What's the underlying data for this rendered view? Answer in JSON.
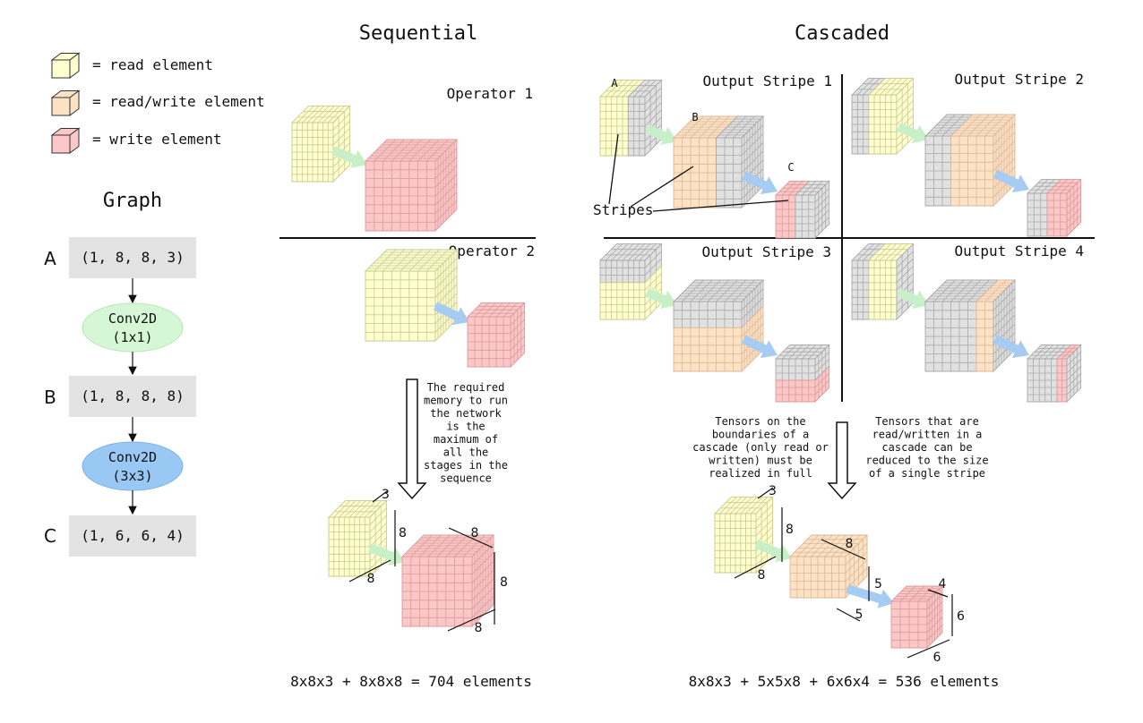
{
  "colors": {
    "read_face": "#ffffd0",
    "read_grid": "#c9c98e",
    "rw_face": "#fde2c4",
    "rw_grid": "#dcb79a",
    "write_face": "#fbc7c7",
    "write_grid": "#dc9b9b",
    "gray_face": "#e1e1e1",
    "gray_grid": "#a9a9a9",
    "arrow_green": "#c8f0c8",
    "arrow_blue": "#a6ccf4",
    "node_gray": "#e3e3e3",
    "ellipse_green": "#d6f7d6",
    "ellipse_blue": "#99c8f5"
  },
  "legend": [
    {
      "text": "= read element",
      "kind": "read"
    },
    {
      "text": "= read/write element",
      "kind": "rw"
    },
    {
      "text": "= write element",
      "kind": "write"
    }
  ],
  "graph": {
    "title": "Graph",
    "nodes": [
      {
        "label": "A",
        "shape": "(1, 8, 8, 3)"
      },
      {
        "label": "B",
        "shape": "(1, 8, 8, 8)"
      },
      {
        "label": "C",
        "shape": "(1, 6, 6, 4)"
      }
    ],
    "ops": [
      {
        "line1": "Conv2D",
        "line2": "(1x1)",
        "color": "green"
      },
      {
        "line1": "Conv2D",
        "line2": "(3x3)",
        "color": "blue"
      }
    ]
  },
  "sequential": {
    "title": "Sequential",
    "operator1": "Operator 1",
    "operator2": "Operator 2",
    "note": [
      "The required",
      "memory to run",
      "the network",
      "is the",
      "maximum of",
      "all the",
      "stages in the",
      "sequence"
    ],
    "dims": {
      "a_c": "3",
      "a_h": "8",
      "a_w": "8",
      "b_d": "8",
      "b_h": "8",
      "b_w": "8"
    },
    "formula": "8x8x3 + 8x8x8 = 704 elements"
  },
  "cascaded": {
    "title": "Cascaded",
    "stripes": [
      "Output Stripe 1",
      "Output Stripe 2",
      "Output Stripe 3",
      "Output Stripe 4"
    ],
    "tensor_labels": [
      "A",
      "B",
      "C"
    ],
    "stripes_label": "Stripes",
    "note_left": [
      "Tensors on the",
      "boundaries of a",
      "cascade (only read or",
      "written) must be",
      "realized in full"
    ],
    "note_right": [
      "Tensors that are",
      "read/written in a",
      "cascade can be",
      "reduced to the size",
      "of a single stripe"
    ],
    "dims": {
      "a_c": "3",
      "a_h": "8",
      "a_w": "8",
      "b_d": "8",
      "b_h": "5",
      "b_w": "5",
      "c_d": "4",
      "c_h": "6",
      "c_w": "6"
    },
    "formula": "8x8x3 + 5x5x8 + 6x6x4 = 536 elements"
  }
}
